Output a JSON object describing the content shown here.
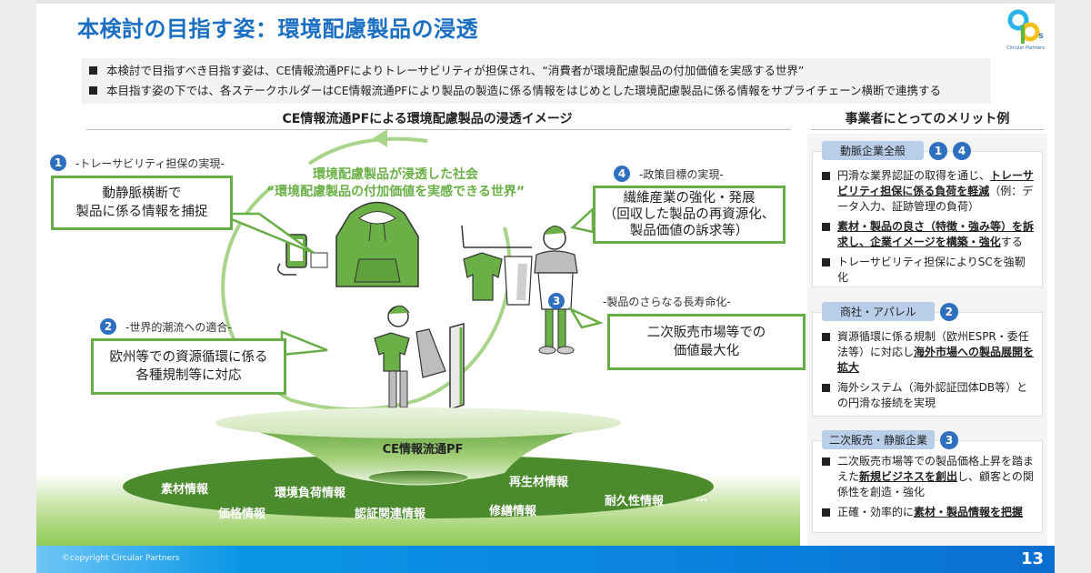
{
  "header": {
    "title": "本検討の目指す姿：環境配慮製品の浸透",
    "logo_text": "Circular Partners"
  },
  "intro": [
    "本検討で目指すべき目指す姿は、CE情報流通PFによりトレーサビリティが担保され、“消費者が環境配慮製品の付加価値を実感する世界”",
    "本目指す姿の下では、各ステークホルダーはCE情報流通PFにより製品の製造に係る情報をはじめとした環境配慮製品に係る情報をサプライチェーン横断で連携する"
  ],
  "left_section": {
    "heading": "CE情報流通PFによる環境配慮製品の浸透イメージ",
    "society_line1": "環境配慮製品が浸透した社会",
    "society_line2": "“環境配慮製品の付加価値を実感できる世界”",
    "callouts": [
      {
        "num": "1",
        "label": "-トレーサビリティ担保の実現-",
        "lines": [
          "動静脈横断で",
          "製品に係る情報を捕捉"
        ]
      },
      {
        "num": "2",
        "label": "-世界的潮流への適合-",
        "lines": [
          "欧州等での資源循環に係る",
          "各種規制等に対応"
        ]
      },
      {
        "num": "3",
        "label": "-製品のさらなる長寿命化-",
        "lines": [
          "二次販売市場等での",
          "価値最大化"
        ]
      },
      {
        "num": "4",
        "label": "-政策目標の実現-",
        "lines": [
          "繊維産業の強化・発展",
          "（回収した製品の再資源化、",
          "製品価値の訴求等）"
        ]
      }
    ],
    "platform_label": "CE情報流通PF",
    "info_items": [
      "素材情報",
      "環境負荷情報",
      "再生材情報",
      "価格情報",
      "認証関連情報",
      "修繕情報",
      "耐久性情報",
      "…"
    ]
  },
  "right_section": {
    "heading": "事業者にとってのメリット例",
    "cards": [
      {
        "tag": "動脈企業全般",
        "nums": [
          "1",
          "4"
        ],
        "bullets": [
          {
            "pre": "円滑な業界認証の取得を通じ、",
            "bold": "トレーサビリティ担保に係る負荷を軽減",
            "post": "（例：データ入力、証跡管理の負荷）"
          },
          {
            "pre": "",
            "bold": "素材・製品の良さ（特徴・強み等）を訴求し、企業イメージを構築・強化",
            "post": "する"
          },
          {
            "pre": "トレーサビリティ担保によりSCを強靭化",
            "bold": "",
            "post": ""
          }
        ]
      },
      {
        "tag": "商社・アパレル",
        "nums": [
          "2"
        ],
        "bullets": [
          {
            "pre": "資源循環に係る規制（欧州ESPR・委任法等）に対応し",
            "bold": "海外市場への製品展開を拡大",
            "post": ""
          },
          {
            "pre": "海外システム（海外認証団体DB等）との円滑な接続を実現",
            "bold": "",
            "post": ""
          }
        ]
      },
      {
        "tag": "二次販売・静脈企業",
        "nums": [
          "3"
        ],
        "bullets": [
          {
            "pre": "二次販売市場等での製品価格上昇を踏まえた",
            "bold": "新規ビジネスを創出",
            "post": "し、顧客との関係性を創造・強化"
          },
          {
            "pre": "正確・効率的に",
            "bold": "素材・製品情報を把握",
            "post": ""
          }
        ]
      }
    ]
  },
  "footer": {
    "copyright": "©copyright Circular Partners",
    "page": "13"
  },
  "colors": {
    "title_blue": "#1a6fc2",
    "accent_green": "#68ad45",
    "badge_blue": "#2f6fc0",
    "dark_green": "#4c8a2e"
  }
}
